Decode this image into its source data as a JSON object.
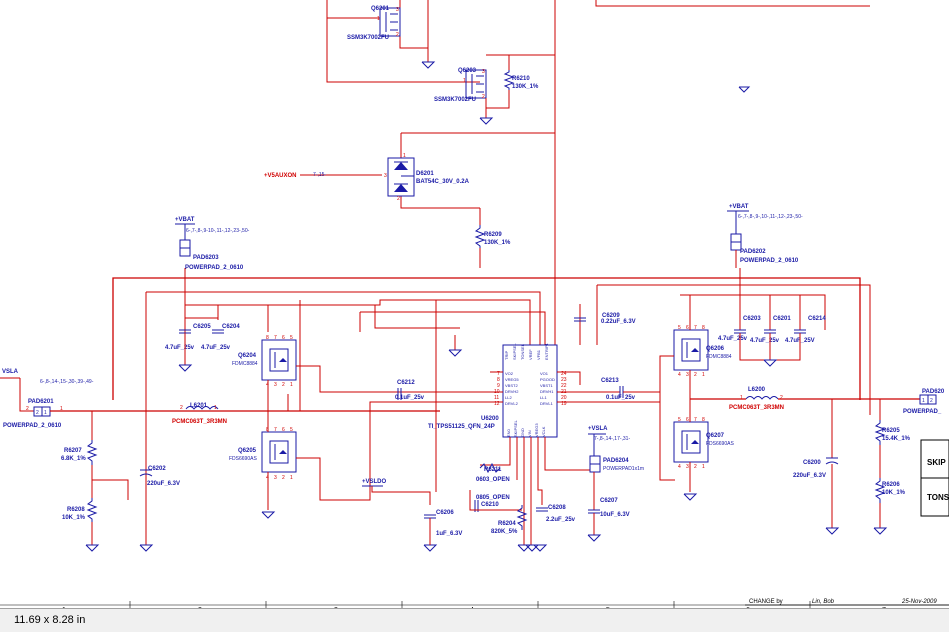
{
  "status_bar": {
    "page_size": "11.69 x 8.28 in"
  },
  "ruler": {
    "numbers": [
      "1",
      "2",
      "3",
      "4",
      "5",
      "6",
      "7"
    ]
  },
  "title_block": {
    "change_by_label": "CHANGE by",
    "author": "Lin, Bob",
    "date": "25-Nov-2009",
    "skip_cell": "SKIP",
    "tons_cell": "TONS"
  },
  "rails": {
    "vbat_left": "+VBAT",
    "vbat_left_refs": "6-,7-,8-,9-10-,11-,12-,23-,50-",
    "vbat_right": "+VBAT",
    "vbat_right_refs": "6-,7-,8-,9-,10-,11-,12-,23-,50-",
    "v5auxon": "+V5AUXON",
    "v5auxon_refs": "7-,15-",
    "vsla_left": "VSLA",
    "vsla_left_refs": "6-,8-,14-,15-,30-,39-,49-",
    "vsla_mid": "+VSLA",
    "vsla_mid_refs": "7-,8-,14-,17-,31-",
    "vsldo": "+VSLDO"
  },
  "components": {
    "q6201": {
      "ref": "Q6201",
      "part": "SSM3K7002FU"
    },
    "q6203": {
      "ref": "Q6203",
      "part": "SSM3K7002FU"
    },
    "r6210": {
      "ref": "R6210",
      "value": "130K_1%"
    },
    "d6201": {
      "ref": "D6201",
      "part": "BAT54C_30V_0.2A"
    },
    "r6209": {
      "ref": "R6209",
      "value": "130K_1%"
    },
    "pad6203": {
      "ref": "PAD6203",
      "part": "POWERPAD_2_0610"
    },
    "pad6202": {
      "ref": "PAD6202",
      "part": "POWERPAD_2_0610"
    },
    "pad6201": {
      "ref": "PAD6201",
      "part": "POWERPAD_2_0610"
    },
    "pad6200": {
      "ref": "PAD620",
      "part": "POWERPAD_"
    },
    "c6205": {
      "ref": "C6205",
      "value": "4.7uF_25v"
    },
    "c6204": {
      "ref": "C6204",
      "value": "4.7uF_25v"
    },
    "c6203": {
      "ref": "C6203",
      "value": "4.7uF_25v"
    },
    "c6201": {
      "ref": "C6201",
      "value": "4.7uF_25v"
    },
    "c6214": {
      "ref": "C6214",
      "value": "4.7uF_25V"
    },
    "q6204": {
      "ref": "Q6204",
      "part": "FDMC8884"
    },
    "q6205": {
      "ref": "Q6205",
      "part": "FDS6690AS"
    },
    "q6206": {
      "ref": "Q6206",
      "part": "FDMC8884"
    },
    "q6207": {
      "ref": "Q6207",
      "part": "FDS6690AS"
    },
    "c6209": {
      "ref": "C6209",
      "value": "0.22uF_6.3V"
    },
    "c6212": {
      "ref": "C6212",
      "value": "0.1uF_25v"
    },
    "c6213": {
      "ref": "C6213",
      "value": "0.1uF_25v"
    },
    "l6201": {
      "ref": "L6201",
      "part": "PCMC063T_3R3MN"
    },
    "l6200": {
      "ref": "L6200",
      "part": "PCMC063T_3R3MN"
    },
    "u6200": {
      "ref": "U6200",
      "part": "TI_TPS51125_QFN_24P"
    },
    "r6207": {
      "ref": "R6207",
      "value": "6.8K_1%"
    },
    "r6208": {
      "ref": "R6208",
      "value": "10K_1%"
    },
    "c6202": {
      "ref": "C6202",
      "value": "220uF_6.3V"
    },
    "r6205": {
      "ref": "R6205",
      "value": "15.4K_1%"
    },
    "r6206": {
      "ref": "R6206",
      "value": "10K_1%"
    },
    "c6200": {
      "ref": "C6200",
      "value": "220uF_6.3V"
    },
    "r6211": {
      "ref": "R6211",
      "value": "0603_OPEN"
    },
    "c6210": {
      "ref": "C6210",
      "value": "0805_OPEN"
    },
    "c6206": {
      "ref": "C6206",
      "value": "1uF_6.3V"
    },
    "r6204": {
      "ref": "R6204",
      "value": "820K_5%"
    },
    "c6208": {
      "ref": "C6208",
      "value": "2.2uF_25v"
    },
    "pad6204": {
      "ref": "PAD6204",
      "part": "POWERPAD1x1m"
    },
    "c6207": {
      "ref": "C6207",
      "value": "10uF_6.3V"
    }
  },
  "ic_pins": {
    "top": [
      "TRIP",
      "SKIPSEL",
      "TONSEL",
      "VREF",
      "VFB1",
      "ENTRIP1"
    ],
    "left": [
      "VO2",
      "VREG5",
      "VBST2",
      "DRVH2",
      "LL2",
      "DRVL2"
    ],
    "right": [
      "VO1",
      "PGOOD",
      "VBST1",
      "DRVH1",
      "LL1",
      "DRVL1"
    ],
    "bottom": [
      "EN0",
      "SKIPSEL",
      "GND",
      "VIN",
      "VREG3",
      "VCLK"
    ]
  }
}
